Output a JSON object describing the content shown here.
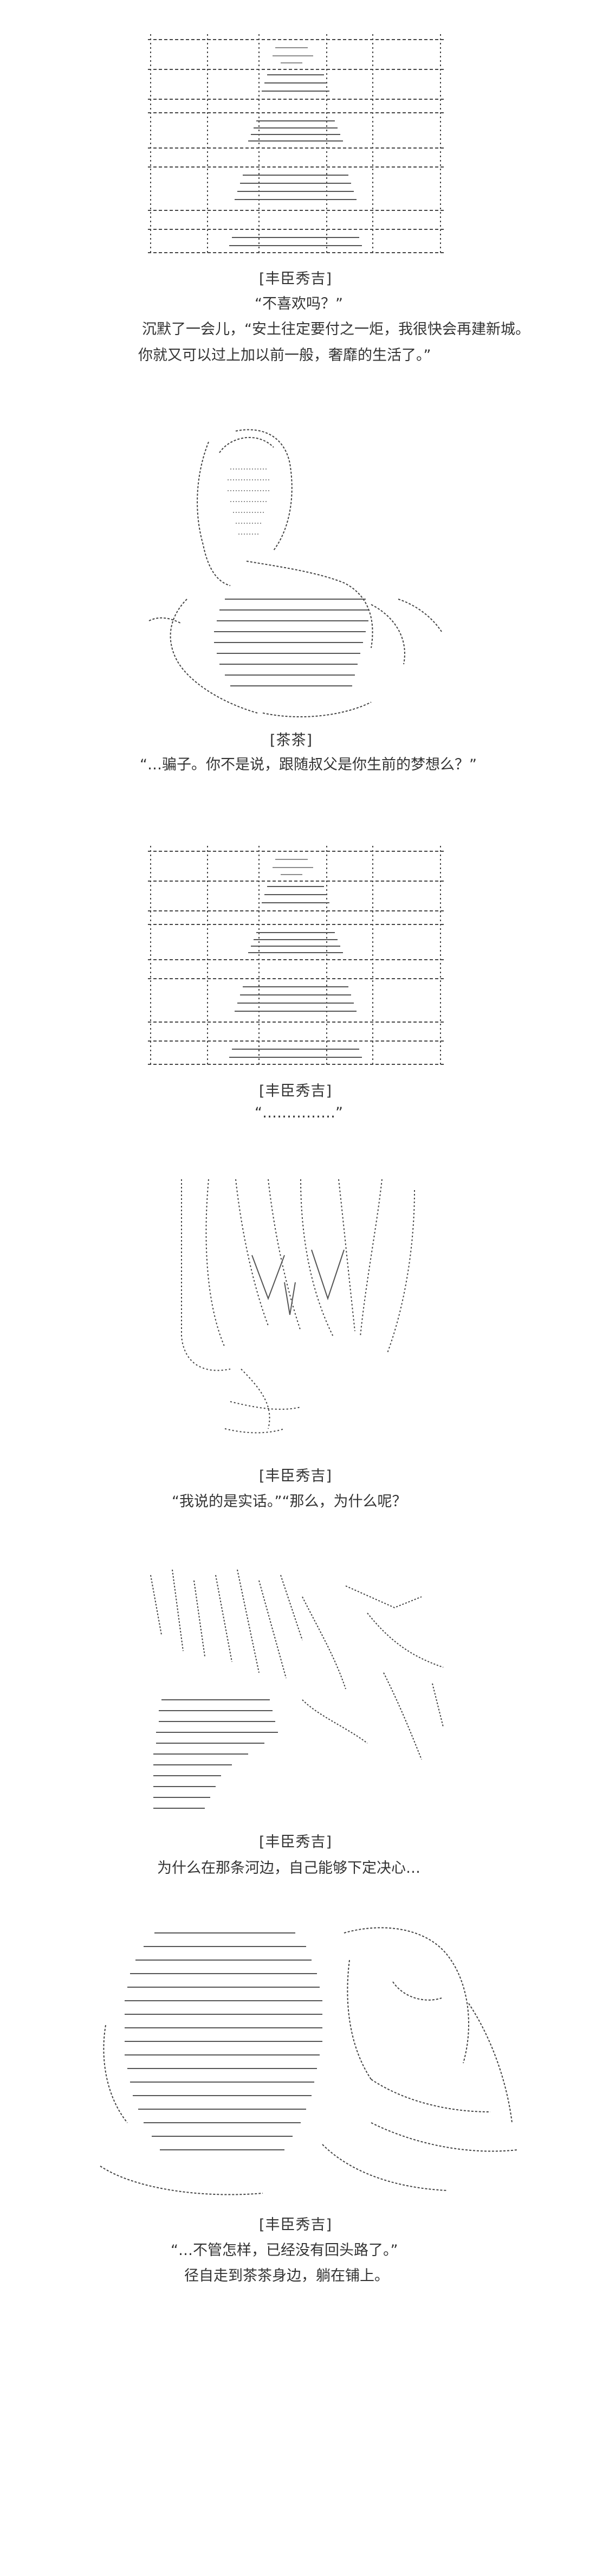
{
  "colors": {
    "background": "#ffffff",
    "text": "#333333",
    "art_stroke": "#444444"
  },
  "panels": [
    {
      "art": "castle-art",
      "speaker": "[丰臣秀吉]",
      "lines": [
        "“不喜欢吗？”",
        "沉默了一会儿，“安土往定要付之一炬，我很快会再建新城。",
        "你就又可以过上加以前一般，奢靡的生活了。”"
      ]
    },
    {
      "art": "chacha-seated-art",
      "speaker": "[茶茶]",
      "lines": [
        "“…骗子。你不是说，跟随叔父是你生前的梦想么？”"
      ]
    },
    {
      "art": "castle-art",
      "speaker": "[丰臣秀吉]",
      "lines": [
        "“……………”"
      ]
    },
    {
      "art": "hideyoshi-kneeling-art",
      "speaker": "[丰臣秀吉]",
      "lines": [
        "“我说的是实话。”“那么，为什么呢？"
      ]
    },
    {
      "art": "battle-scene-art",
      "speaker": "[丰臣秀吉]",
      "lines": [
        "为什么在那条河边，自己能够下定决心…"
      ]
    },
    {
      "art": "embrace-scene-art",
      "speaker": "[丰臣秀吉]",
      "lines": [
        "“…不管怎样，已经没有回头路了。”",
        "径自走到茶茶身边，躺在铺上。"
      ]
    }
  ]
}
